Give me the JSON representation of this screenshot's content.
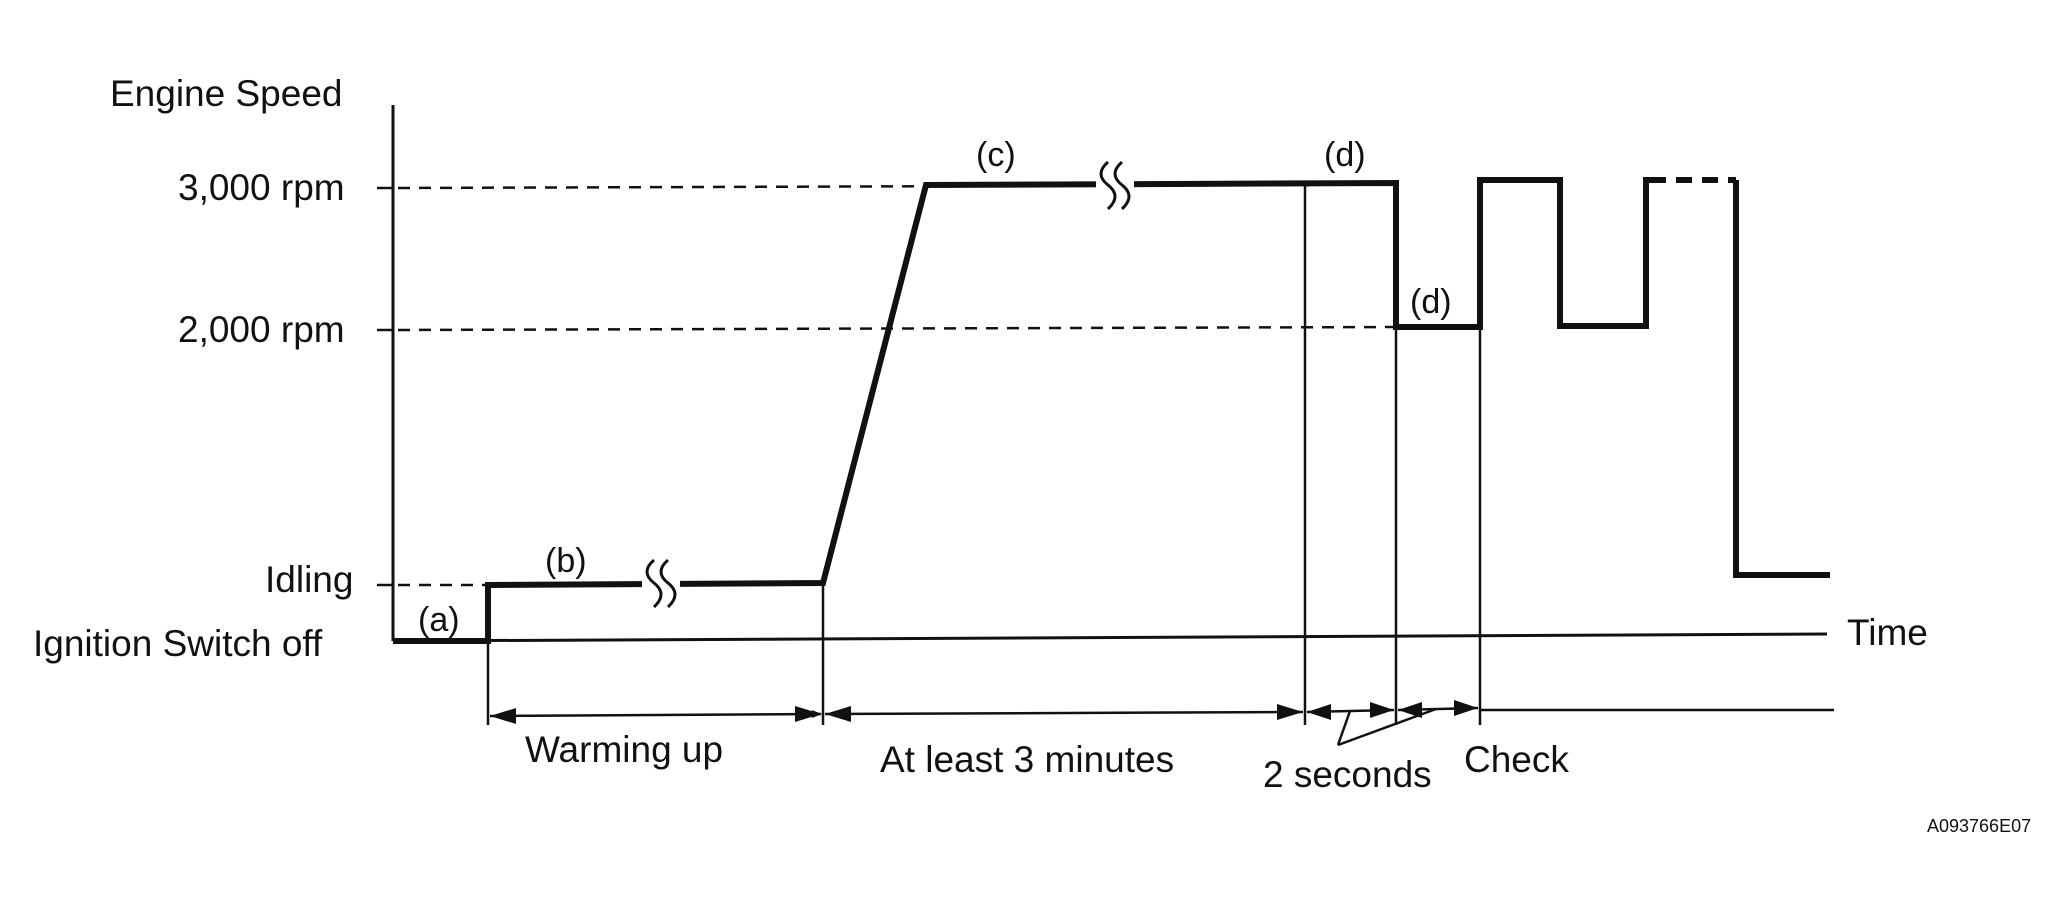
{
  "axes": {
    "y_title": "Engine Speed",
    "x_title": "Time"
  },
  "levels": {
    "rpm_3000": "3,000 rpm",
    "rpm_2000": "2,000 rpm",
    "idling": "Idling",
    "ignition_off": "Ignition Switch off"
  },
  "markers": {
    "a": "(a)",
    "b": "(b)",
    "c": "(c)",
    "d1": "(d)",
    "d2": "(d)"
  },
  "intervals": {
    "warming_up": "Warming up",
    "at_least_3_min": "At least 3 minutes",
    "two_seconds": "2 seconds",
    "check": "Check"
  },
  "figure_ref": "A093766E07"
}
